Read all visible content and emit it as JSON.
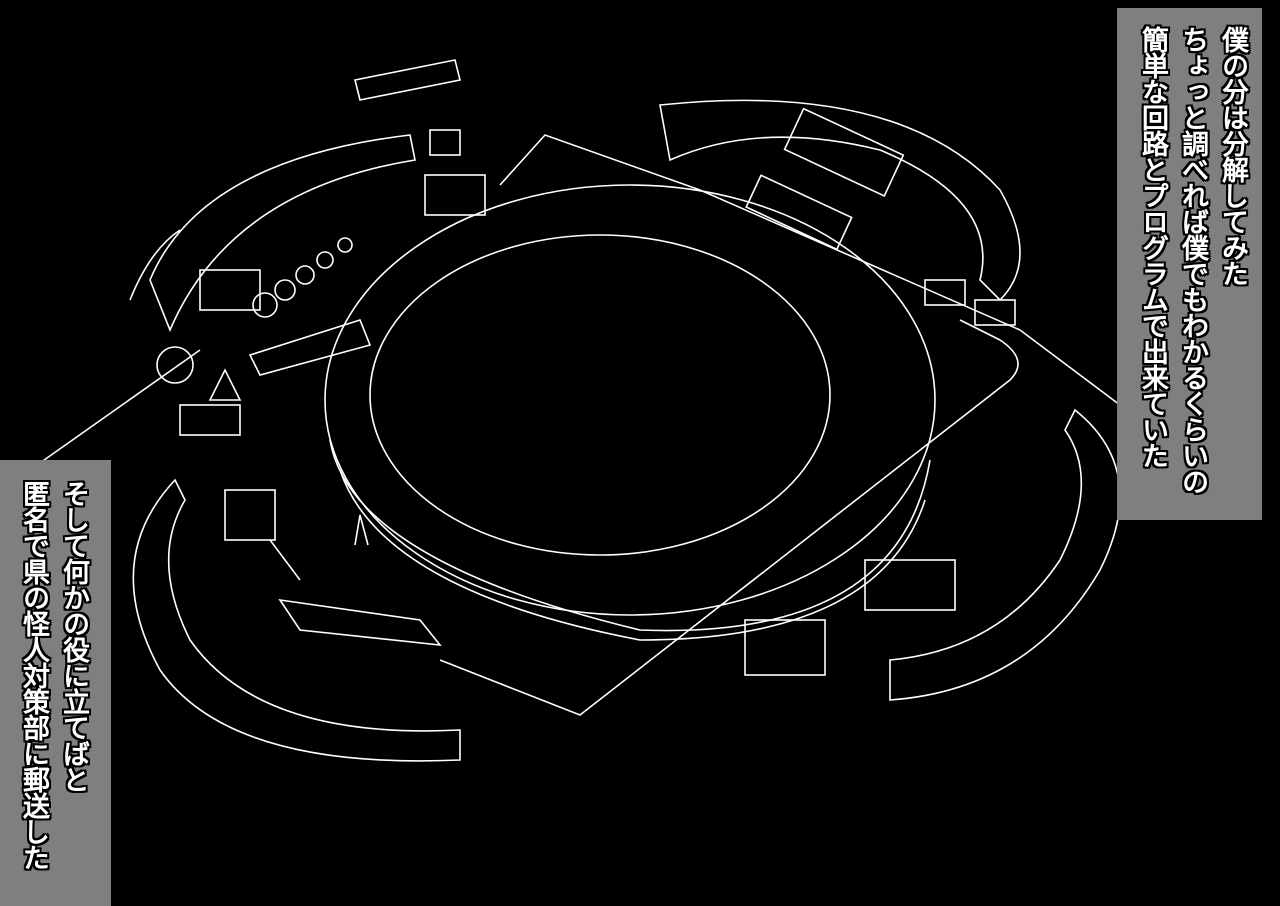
{
  "caption_right": {
    "lines": [
      "僕の分は分解してみた",
      "ちょっと調べれば僕でもわかるくらいの",
      "簡単な回路とプログラムで出来ていた"
    ]
  },
  "caption_left": {
    "lines": [
      "そして何かの役に立てばと",
      "匿名で県の怪人対策部に郵送した"
    ]
  },
  "colors": {
    "background": "#000000",
    "caption_box": "#7f7f7f",
    "line_art": "#ffffff"
  }
}
